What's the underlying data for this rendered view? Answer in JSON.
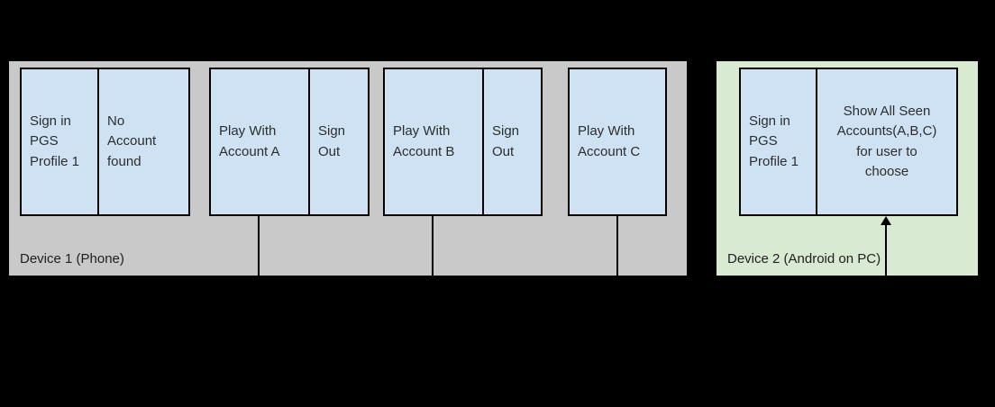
{
  "colors": {
    "background": "#000000",
    "device1_fill": "#c9c9c9",
    "device2_fill": "#d9ead3",
    "box_fill": "#cfe2f3",
    "box_border": "#000000",
    "text": "#2d2d2d"
  },
  "device1": {
    "label": "Device 1 (Phone)",
    "boxes": [
      {
        "name": "sign-in-pgs-profile-1",
        "text": "Sign in\nPGS\nProfile 1"
      },
      {
        "name": "no-account-found",
        "text": "No\nAccount\nfound"
      },
      {
        "name": "play-with-account-a",
        "text": "Play With\nAccount A"
      },
      {
        "name": "sign-out-a",
        "text": "Sign\nOut"
      },
      {
        "name": "play-with-account-b",
        "text": "Play With\nAccount B"
      },
      {
        "name": "sign-out-b",
        "text": "Sign\nOut"
      },
      {
        "name": "play-with-account-c",
        "text": "Play With\nAccount C"
      }
    ]
  },
  "device2": {
    "label": "Device 2 (Android on PC)",
    "boxes": [
      {
        "name": "sign-in-pgs-profile-1",
        "text": "Sign in\nPGS\nProfile 1"
      },
      {
        "name": "show-all-seen-accounts",
        "text": "Show All Seen\nAccounts(A,B,C)\nfor user to\nchoose"
      }
    ]
  }
}
